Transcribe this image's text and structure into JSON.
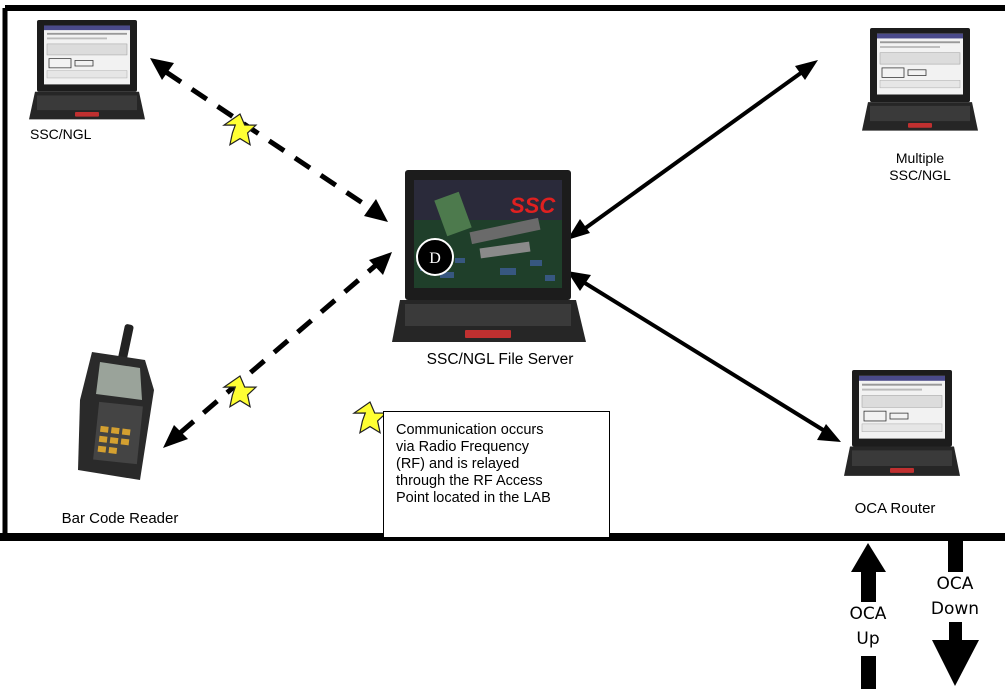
{
  "nodes": {
    "ssc_ngl": "SSC/NGL",
    "multiple_ssc_ngl": [
      "Multiple",
      "SSC/NGL"
    ],
    "file_server": "SSC/NGL File Server",
    "file_server_badge": "D",
    "file_server_screen_text": "SSC",
    "bar_code_reader": "Bar Code Reader",
    "oca_router": "OCA Router"
  },
  "note": {
    "lines": [
      "Communication occurs",
      "via Radio Frequency",
      "(RF) and is relayed",
      "through the RF Access",
      "Point located in the LAB"
    ]
  },
  "links": {
    "oca_up": [
      "OCA",
      "Up"
    ],
    "oca_down": [
      "OCA",
      "Down"
    ]
  },
  "colors": {
    "star_fill": "#ffff33",
    "line": "#000000",
    "laptop_body": "#1c1c1c",
    "server_screen": "#1f3f2a",
    "server_logo": "#e02020"
  },
  "icons": [
    "laptop-icon",
    "star-icon",
    "bar-code-reader-icon"
  ]
}
